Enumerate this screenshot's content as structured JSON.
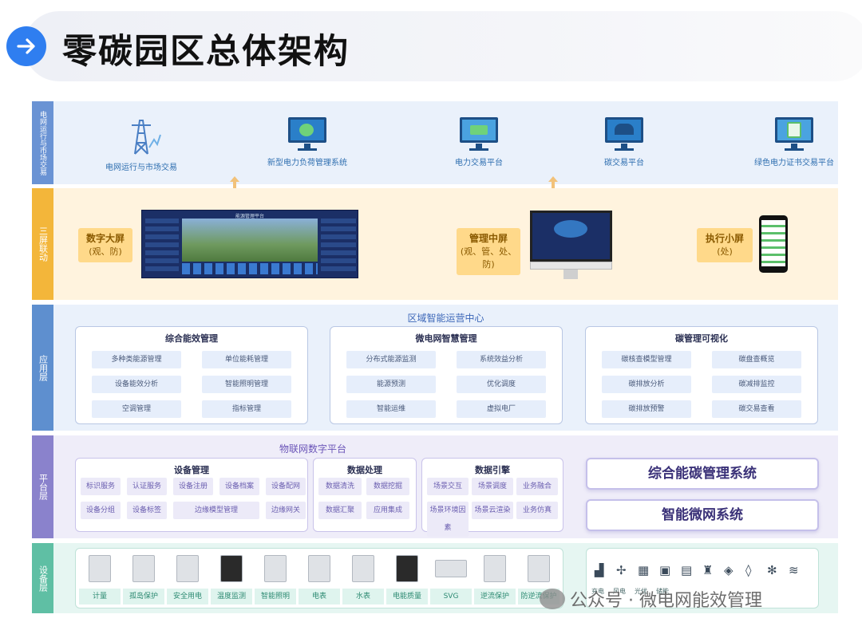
{
  "title": "零碳园区总体架构",
  "bands": {
    "grid": {
      "label": "电网运行与市场交易"
    },
    "screens": {
      "label": "三屏联动"
    },
    "app": {
      "label": "应用层"
    },
    "platform": {
      "label": "平台层"
    },
    "device": {
      "label": "设备层"
    }
  },
  "grid_items": [
    "电网运行与市场交易",
    "新型电力负荷管理系统",
    "电力交易平台",
    "碳交易平台",
    "绿色电力证书交易平台"
  ],
  "screens": {
    "big": {
      "name": "数字大屏",
      "sub": "(观、防)",
      "dash_title": "能源管理平台"
    },
    "mid": {
      "name": "管理中屏",
      "sub": "(观、管、处、防)"
    },
    "small": {
      "name": "执行小屏",
      "sub": "(处)"
    }
  },
  "app": {
    "center": "区域智能运营中心",
    "groups": [
      {
        "title": "综合能效管理",
        "items": [
          "多种类能源管理",
          "单位能耗管理",
          "设备能效分析",
          "智能照明管理",
          "空调管理",
          "指标管理"
        ]
      },
      {
        "title": "微电网智慧管理",
        "items": [
          "分布式能源监测",
          "系统效益分析",
          "能源预测",
          "优化调度",
          "智能运维",
          "虚拟电厂"
        ]
      },
      {
        "title": "碳管理可视化",
        "items": [
          "碳核查模型管理",
          "碳盘查概览",
          "碳排放分析",
          "碳减排监控",
          "碳排放预警",
          "碳交易查看"
        ]
      }
    ]
  },
  "platform": {
    "center": "物联网数字平台",
    "device_mgmt": {
      "title": "设备管理",
      "items": [
        "标识服务",
        "认证服务",
        "设备注册",
        "设备档案",
        "设备配网",
        "设备分组",
        "设备标签",
        "边缘模型管理",
        "边缘网关"
      ]
    },
    "data_proc": {
      "title": "数据处理",
      "items": [
        "数据清洗",
        "数据挖掘",
        "数据汇聚",
        "应用集成"
      ]
    },
    "data_engine": {
      "title": "数据引擎",
      "items": [
        "场景交互",
        "场景调度",
        "业务融合",
        "场景环境因素",
        "场景云渲染",
        "业务仿真"
      ]
    },
    "systems": [
      "综合能碳管理系统",
      "智能微网系统"
    ]
  },
  "devices": [
    "计量",
    "孤岛保护",
    "安全用电",
    "温度监测",
    "智能照明",
    "电表",
    "水表",
    "电能质量",
    "SVG",
    "逆流保护",
    "防逆流保护"
  ],
  "device_icons": [
    "factory-icon",
    "wind-turbine-icon",
    "solar-panel-icon",
    "battery-icon",
    "charger-icon",
    "tower-icon",
    "water-icon",
    "gas-icon",
    "cooling-icon",
    "heat-icon"
  ],
  "device_icon_labels": [
    "充电",
    "风电",
    "光伏",
    "储能"
  ],
  "watermark": "公众号 · 微电网能效管理"
}
